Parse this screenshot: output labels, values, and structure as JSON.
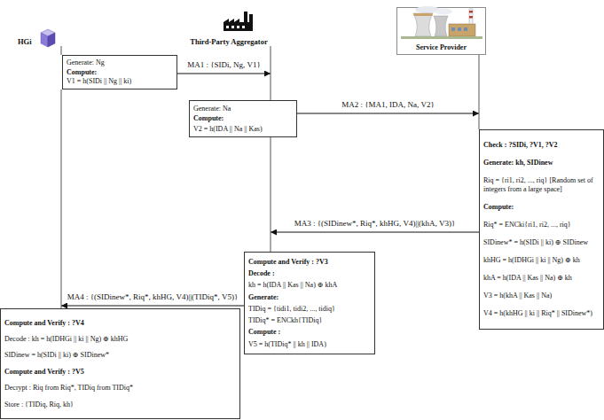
{
  "diagram": {
    "nodes": [
      {
        "text": [
          "HGi"
        ]
      },
      {
        "text": [
          "Third-Party Aggregator"
        ]
      },
      {
        "text": [
          "Service Provider"
        ]
      },
      {
        "text": [
          "Generate: Ng",
          "Compute:",
          "V1 = h(SIDi || Ng || ki)"
        ]
      },
      {
        "text": [
          "Generate: Na",
          "Compute:",
          "V2 = h(IDA || Na || Kas)"
        ]
      },
      {
        "text": [
          "Check : ?SIDi, ?V1, ?V2",
          "Generate: kh, SIDinew",
          "Riq = {ri1, ri2, ..., riq} [Random set of integers from a large space]",
          "Compute:",
          "Riq* = ENCki{ri1, ri2, ..., riq}",
          "SIDinew* = h(SIDi || ki) ⊕ SIDinew",
          "khHG = h(IDHGi || ki || Ng) ⊕ kh",
          "khA = h(IDA || Kas || Na) ⊕ kh",
          "V3 = h(khA || Kas || Na)",
          "V4 = h(khHG || ki || Riq* || SIDinew*)"
        ]
      },
      {
        "text": [
          "Compute and Verify : ?V3",
          "Decode :",
          "kh = h(IDA || Kas || Na) ⊕ khA",
          "Generate:",
          "TIDiq = {tidi1, tidi2, ..., tidiq}",
          "TIDiq* = ENCkh{TIDiq}",
          "Compute :",
          "V5 = h(TIDiq* || kh || IDA)"
        ]
      },
      {
        "text": [
          "Compute and Verify : ?V4",
          "Decode : kh = h(IDHGi || ki || Ng) ⊕ khHG",
          "SIDinew = h(SIDi || ki) ⊕ SIDinew*",
          "Compute and Verify : ?V5",
          "Decrypt : Riq from Riq*, TIDiq from TIDiq*",
          "Store : {TIDiq, Riq, kh}"
        ]
      }
    ],
    "edges": [
      {
        "from": 3,
        "to": 4,
        "arrow": "to",
        "label": "MA1 : {SIDi, Ng, V1}"
      },
      {
        "from": 4,
        "to": 5,
        "arrow": "to",
        "label": "MA2 : {MA1, IDA, Na, V2}"
      },
      {
        "from": 5,
        "to": 6,
        "arrow": "to",
        "label": "MA3 : {(SIDinew*, Riq*, khHG, V4)||(khA, V3)}"
      },
      {
        "from": 6,
        "to": 7,
        "arrow": "to",
        "label": "MA4 : {(SIDinew*, Riq*, khHG, V4)||(TIDiq*, V5)}"
      },
      {
        "from": 0,
        "to": 3,
        "arrow": "none"
      },
      {
        "from": 3,
        "to": 7,
        "arrow": "none"
      },
      {
        "from": 1,
        "to": 4,
        "arrow": "none"
      },
      {
        "from": 4,
        "to": 6,
        "arrow": "none"
      },
      {
        "from": 2,
        "to": 5,
        "arrow": "none"
      }
    ]
  }
}
